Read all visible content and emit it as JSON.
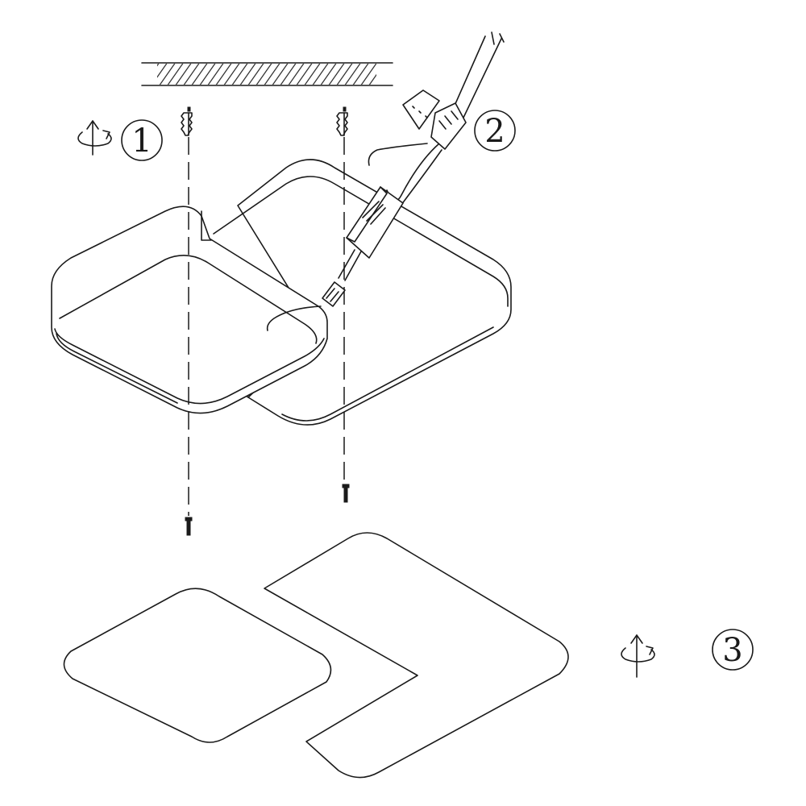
{
  "steps": [
    {
      "label": "1",
      "icon": "rotate-icon"
    },
    {
      "label": "2",
      "icon": ""
    },
    {
      "label": "3",
      "icon": "rotate-icon"
    }
  ],
  "colors": {
    "line": "#1a1a1a",
    "background": "#ffffff"
  }
}
